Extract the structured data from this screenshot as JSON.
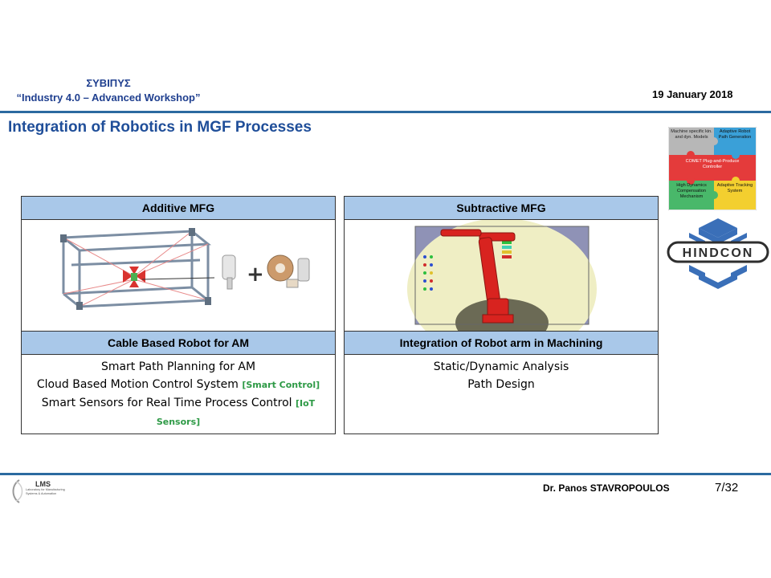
{
  "header": {
    "org": "ΣΥΒΙΠΥΣ",
    "workshop": "“Industry 4.0 – Advanced Workshop”",
    "date": "19 January  2018"
  },
  "title": "Integration of Robotics in MGF Processes",
  "columns": [
    {
      "heading": "Additive MFG",
      "subheading": "Cable Based Robot for AM",
      "lines": [
        {
          "text": "Smart Path Planning for AM",
          "tag": ""
        },
        {
          "text": "Cloud Based Motion Control System ",
          "tag": "[Smart Control]"
        },
        {
          "text": "Smart Sensors for Real Time Process Control ",
          "tag": "[IoT"
        },
        {
          "text": "",
          "tag": "Sensors]"
        }
      ]
    },
    {
      "heading": "Subtractive MFG",
      "subheading": "Integration of Robot arm in Machining",
      "lines": [
        {
          "text": "Static/Dynamic Analysis",
          "tag": ""
        },
        {
          "text": "Path Design",
          "tag": ""
        }
      ]
    }
  ],
  "puzzle": {
    "pieces": [
      "Machine specific kin. and dyn. Models",
      "Adaptive Robot Path Generation",
      "COMET Plug-and-Produce Controller",
      "High Dynamics Compensation Mechanism",
      "Adaptive Tracking System"
    ],
    "colors": {
      "gray": "#b7b7b7",
      "blue": "#3aa0d8",
      "red": "#e43b3b",
      "green": "#49b86a",
      "yellow": "#f3cf2f"
    }
  },
  "hindcon_logo": "HINDCON",
  "footer": {
    "logo_text": "LMS",
    "logo_sub": "Laboratory for Manufacturing Systems & Automation",
    "presenter": "Dr. Panos STAVROPOULOS",
    "page": "7/32"
  },
  "colors": {
    "rule": "#2b6aa0",
    "header_fill": "#a9c8e9",
    "title": "#1f4e99",
    "tag": "#2e9a46"
  }
}
